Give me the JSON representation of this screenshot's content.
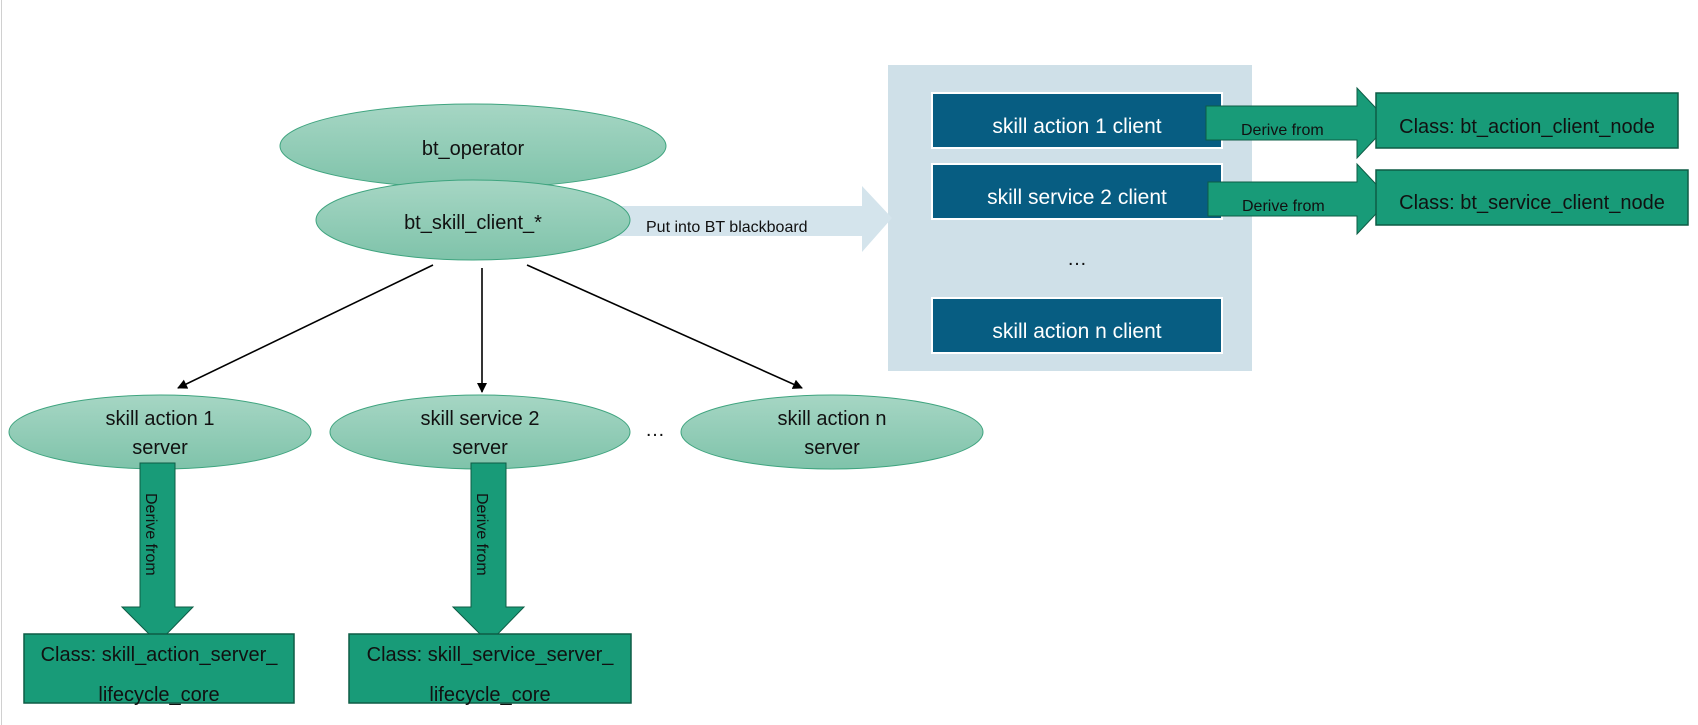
{
  "nodes": {
    "bt_operator": "bt_operator",
    "bt_skill_client": "bt_skill_client_*",
    "servers": [
      {
        "line1": "skill action 1",
        "line2": "server"
      },
      {
        "line1": "skill service 2",
        "line2": "server"
      },
      {
        "line1": "skill action n",
        "line2": "server"
      }
    ],
    "server_ellipsis": "…",
    "base_classes": [
      {
        "line1": "Class: skill_action_server_",
        "line2": "lifecycle_core"
      },
      {
        "line1": "Class: skill_service_server_",
        "line2": "lifecycle_core"
      }
    ],
    "derive_vertical": [
      "Derive from",
      "Derive from"
    ]
  },
  "blackboard": {
    "arrow_label": "Put into BT blackboard",
    "clients": [
      "skill action 1 client",
      "skill service 2 client",
      "skill action n client"
    ],
    "ellipsis": "…"
  },
  "client_derivations": [
    {
      "label": "Derive from",
      "class": "Class: bt_action_client_node"
    },
    {
      "label": "Derive from",
      "class": "Class: bt_service_client_node"
    }
  ],
  "colors": {
    "ellipse_top": "#a6d6c4",
    "ellipse_bottom": "#7fc3aa",
    "ellipse_stroke": "#3fa47f",
    "green_box": "#189b78",
    "green_stroke": "#0d5c45",
    "client_box": "#075d82",
    "blackboard_bg": "#cfe0e8",
    "blackboard_arrow": "#d4e4ec",
    "arrow": "#000000"
  }
}
